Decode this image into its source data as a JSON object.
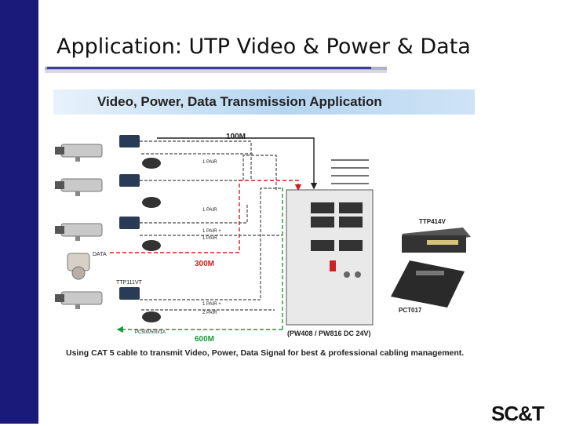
{
  "slide": {
    "title": "Application: UTP Video & Power & Data"
  },
  "banner": {
    "title": "Video, Power, Data Transmission Application"
  },
  "diagram": {
    "link_100m": "100M",
    "link_300m": "300M",
    "link_600m": "600M",
    "pair_label": "1 PAIR",
    "pair_label_plus": "1 PAIR +",
    "two_pair_label": "2 PAIR",
    "data_label": "DATA",
    "ttp_unit": "TTP111VT",
    "ttp_hub": "TTP414V",
    "keyboard": "PCT017",
    "power_supply_small": "PC500/500/1A",
    "power_supply_main": "(PW408 / PW816 DC 24V)"
  },
  "caption": "Using CAT 5 cable to transmit Video, Power, Data Signal for best & professional cabling management.",
  "logo": "SC&T",
  "colors": {
    "sidebar": "#1a1a7a",
    "cable_red": "#d02020",
    "cable_green": "#1a9a3a"
  }
}
